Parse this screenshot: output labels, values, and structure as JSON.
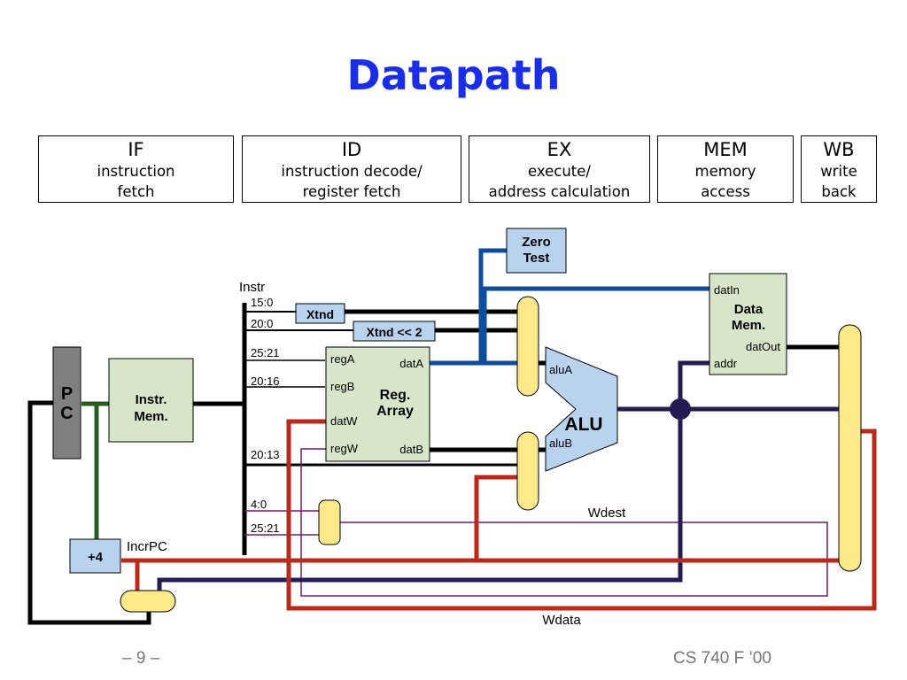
{
  "title": "Datapath",
  "stages": [
    {
      "abbr": "IF",
      "desc": "instruction\nfetch"
    },
    {
      "abbr": "ID",
      "desc": "instruction decode/\nregister fetch"
    },
    {
      "abbr": "EX",
      "desc": "execute/\naddress calculation"
    },
    {
      "abbr": "MEM",
      "desc": "memory\naccess"
    },
    {
      "abbr": "WB",
      "desc": "write\nback"
    }
  ],
  "blocks": {
    "pc": [
      "P",
      "C"
    ],
    "instr_mem": [
      "Instr.",
      "Mem."
    ],
    "xtnd": "Xtnd",
    "xtnd_shift": "Xtnd << 2",
    "zero_test": [
      "Zero",
      "Test"
    ],
    "reg_array": [
      "Reg.",
      "Array"
    ],
    "alu": "ALU",
    "data_mem": [
      "Data",
      "Mem."
    ],
    "incr": "+4"
  },
  "ports": {
    "regA": "regA",
    "regB": "regB",
    "datW": "datW",
    "regW": "regW",
    "datA": "datA",
    "datB": "datB",
    "aluA": "aluA",
    "aluB": "aluB",
    "datIn": "datIn",
    "datOut": "datOut",
    "addr": "addr"
  },
  "labels": {
    "instr": "Instr",
    "f15_0": "15:0",
    "f20_0": "20:0",
    "f25_21": "25:21",
    "f20_16": "20:16",
    "f20_13": "20:13",
    "f4_0": "4:0",
    "f25_21b": "25:21",
    "incrpc": "IncrPC",
    "wdest": "Wdest",
    "wdata": "Wdata"
  },
  "footer": {
    "page": "– 9 –",
    "course": "CS 740 F ’00"
  },
  "colors": {
    "title": "#1a2ee8",
    "block_green": "#d7e6c9",
    "block_blue": "#b9d2ee",
    "mux_yellow": "#fde98a",
    "pc_gray": "#808080",
    "wire_red": "#b72a1c",
    "wire_blue": "#0f4c9c",
    "wire_navy": "#261a52",
    "wire_green": "#285c23",
    "wire_purple": "#6a1f6a"
  }
}
